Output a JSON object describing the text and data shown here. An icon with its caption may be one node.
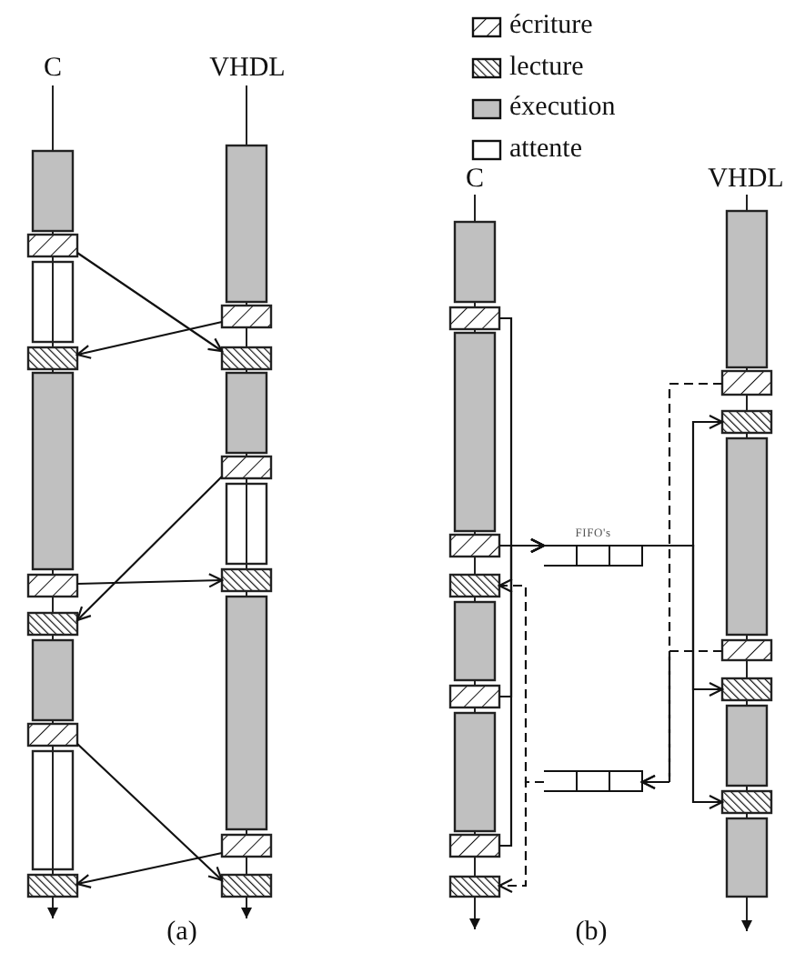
{
  "diagram": {
    "nodes": [
      {
        "text": [],
        "shape": "bar"
      },
      {
        "text": [],
        "shape": "bar"
      },
      {
        "text": [],
        "shape": "bar"
      },
      {
        "text": [],
        "shape": "bar"
      },
      {
        "text": [],
        "shape": "bar"
      },
      {
        "text": [],
        "shape": "bar"
      },
      {
        "text": [],
        "shape": "bar"
      },
      {
        "text": [],
        "shape": "bar"
      },
      {
        "text": [],
        "shape": "bar"
      },
      {
        "text": [],
        "shape": "bar"
      },
      {
        "text": [],
        "shape": "bar"
      },
      {
        "text": [],
        "shape": "bar"
      },
      {
        "text": [],
        "shape": "bar"
      },
      {
        "text": [],
        "shape": "bar"
      },
      {
        "text": [],
        "shape": "bar"
      },
      {
        "text": [],
        "shape": "bar"
      },
      {
        "text": [],
        "shape": "bar"
      },
      {
        "text": [],
        "shape": "bar"
      },
      {
        "text": [],
        "shape": "bar"
      },
      {
        "text": [],
        "shape": "bar"
      },
      {
        "text": [],
        "shape": "bar"
      },
      {
        "text": [],
        "shape": "bar"
      },
      {
        "text": [],
        "shape": "bar"
      },
      {
        "text": [],
        "shape": "bar"
      },
      {
        "text": [],
        "shape": "bar"
      },
      {
        "text": [],
        "shape": "bar"
      },
      {
        "text": [],
        "shape": "bar"
      },
      {
        "text": [],
        "shape": "bar"
      },
      {
        "text": [],
        "shape": "bar"
      },
      {
        "text": [],
        "shape": "bar"
      },
      {
        "text": [],
        "shape": "bar"
      },
      {
        "text": [],
        "shape": "bar"
      },
      {
        "text": [],
        "shape": "bar"
      },
      {
        "text": [],
        "shape": "bar"
      },
      {
        "text": [],
        "shape": "bar"
      },
      {
        "text": [],
        "shape": "bar"
      },
      {
        "text": [],
        "shape": "bar"
      },
      {
        "text": [],
        "shape": "bar"
      },
      {
        "text": [],
        "shape": "bar"
      },
      {
        "text": [],
        "shape": "bar"
      },
      {
        "text": [],
        "shape": "box",
        "beside": [
          "FIFO's"
        ]
      },
      {
        "text": [],
        "shape": "box"
      }
    ],
    "edges": [
      {
        "from": 1,
        "to": 13,
        "arrow": "to"
      },
      {
        "from": 12,
        "to": 3,
        "arrow": "to"
      },
      {
        "from": 15,
        "to": 6,
        "arrow": "to"
      },
      {
        "from": 5,
        "to": 17,
        "arrow": "to"
      },
      {
        "from": 8,
        "to": 20,
        "arrow": "to"
      },
      {
        "from": 19,
        "to": 10,
        "arrow": "to"
      },
      {
        "from": 22,
        "to": 40,
        "arrow": "to"
      },
      {
        "from": 24,
        "to": 40,
        "arrow": "to"
      },
      {
        "from": 27,
        "to": 40,
        "arrow": "to"
      },
      {
        "from": 29,
        "to": 40,
        "arrow": "to"
      },
      {
        "from": 40,
        "to": 33,
        "arrow": "to"
      },
      {
        "from": 40,
        "to": 36,
        "arrow": "to"
      },
      {
        "from": 40,
        "to": 38,
        "arrow": "to"
      },
      {
        "from": 32,
        "to": 41,
        "arrow": "to",
        "style": "dashed"
      },
      {
        "from": 35,
        "to": 41,
        "arrow": "to",
        "style": "dashed"
      },
      {
        "from": 41,
        "to": 25,
        "arrow": "to",
        "style": "dashed"
      },
      {
        "from": 41,
        "to": 30,
        "arrow": "to",
        "style": "dashed"
      }
    ],
    "labels": [
      "C",
      "VHDL",
      "C",
      "VHDL",
      "(a)",
      "(b)"
    ],
    "legend": [
      {
        "text": "écriture"
      },
      {
        "text": "lecture"
      },
      {
        "text": "éxecution",
        "color": "#c0c0c0"
      },
      {
        "text": "attente",
        "color": "#ffffff"
      }
    ]
  }
}
